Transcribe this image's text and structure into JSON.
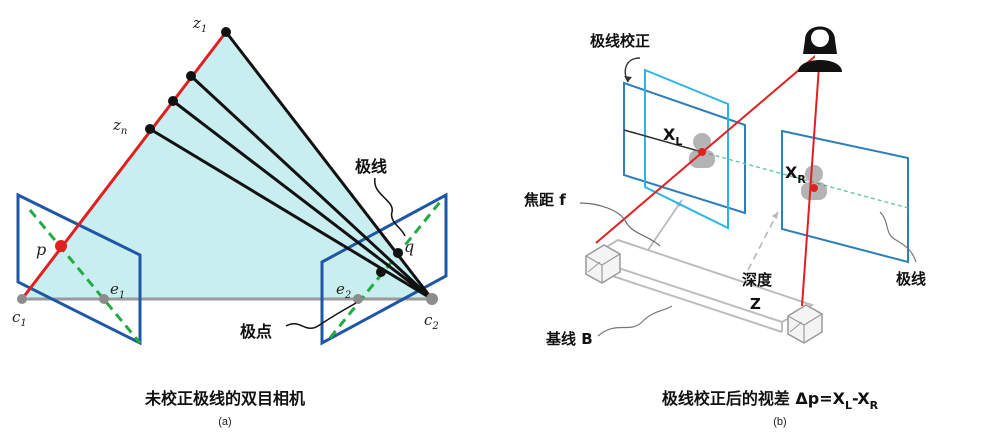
{
  "left_panel": {
    "caption": "未校正极线的双目相机",
    "sub_label": "(a)",
    "labels": {
      "z1_base": "z",
      "z1_sub": "1",
      "zn_base": "z",
      "zn_sub": "n",
      "c1_base": "c",
      "c1_sub": "1",
      "c2_base": "c",
      "c2_sub": "2",
      "e1_base": "e",
      "e1_sub": "1",
      "e2_base": "e",
      "e2_sub": "2",
      "p": "p",
      "q": "q",
      "epipolar_line": "极线",
      "epipole": "极点"
    },
    "colors": {
      "plane": "#1f57a5",
      "ray": "#e02020",
      "epiline": "#22aa44",
      "fill": "#c9eef0"
    }
  },
  "right_panel": {
    "caption": "极线校正后的视差 Δp=X",
    "caption_sub_L": "L",
    "caption_dash": "-X",
    "caption_sub_R": "R",
    "sub_label": "(b)",
    "labels": {
      "rectify": "极线校正",
      "focal": "焦距 f",
      "baseline": "基线 B",
      "depth_line1": "深度",
      "depth_line2": "Z",
      "epipolar": "极线",
      "xl_base": "X",
      "xl_sub": "L",
      "xr_base": "X",
      "xr_sub": "R"
    },
    "colors": {
      "plane": "#2c7fb8",
      "rect_plane": "#29b6e6",
      "ray": "#e02020",
      "dash": "#6cc6a0"
    }
  }
}
